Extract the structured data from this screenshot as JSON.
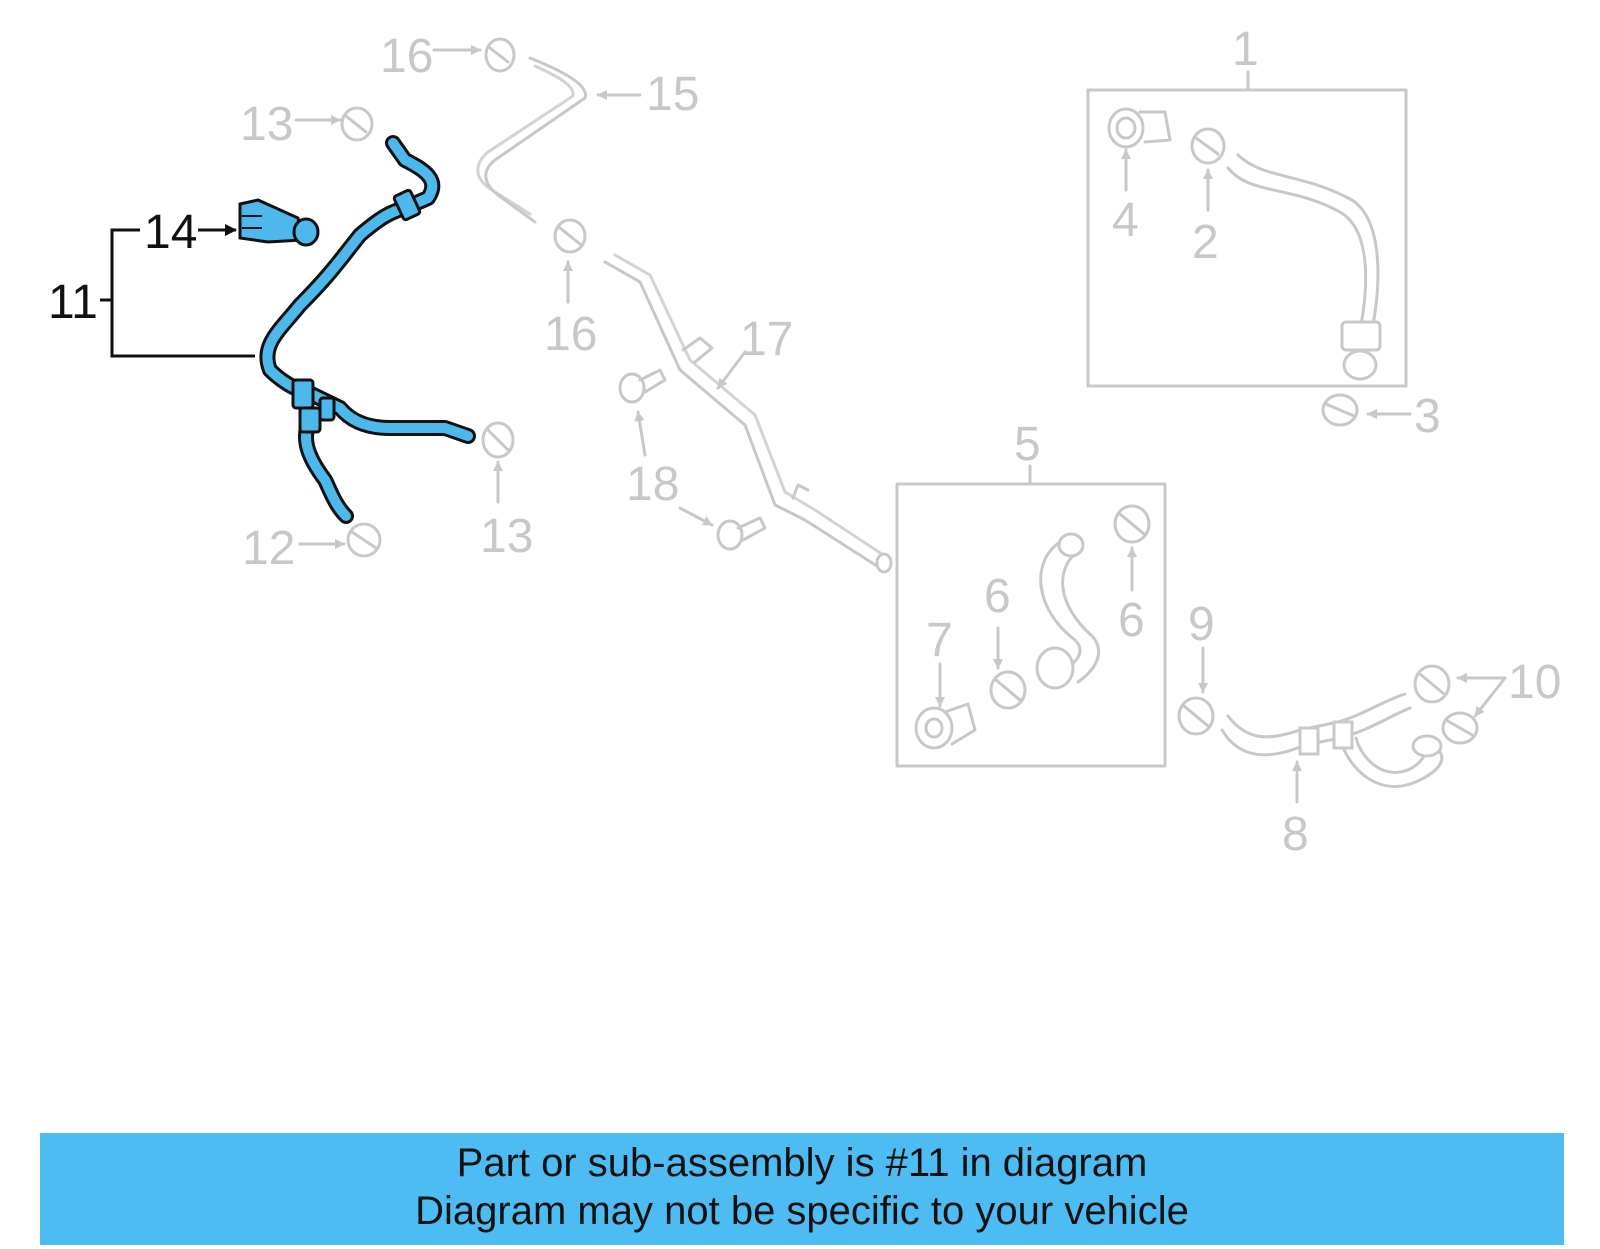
{
  "callouts": {
    "c1": "1",
    "c2": "2",
    "c3": "3",
    "c4": "4",
    "c5": "5",
    "c6a": "6",
    "c6b": "6",
    "c7": "7",
    "c8": "8",
    "c9": "9",
    "c10": "10",
    "c11": "11",
    "c12": "12",
    "c13a": "13",
    "c13b": "13",
    "c14": "14",
    "c15": "15",
    "c16a": "16",
    "c16b": "16",
    "c17": "17",
    "c18": "18"
  },
  "highlight_color": "#4db8ec",
  "banner": {
    "line1": "Part or sub-assembly is #11 in diagram",
    "line2": "Diagram may not be specific to your vehicle",
    "background": "#4cbcf2"
  }
}
